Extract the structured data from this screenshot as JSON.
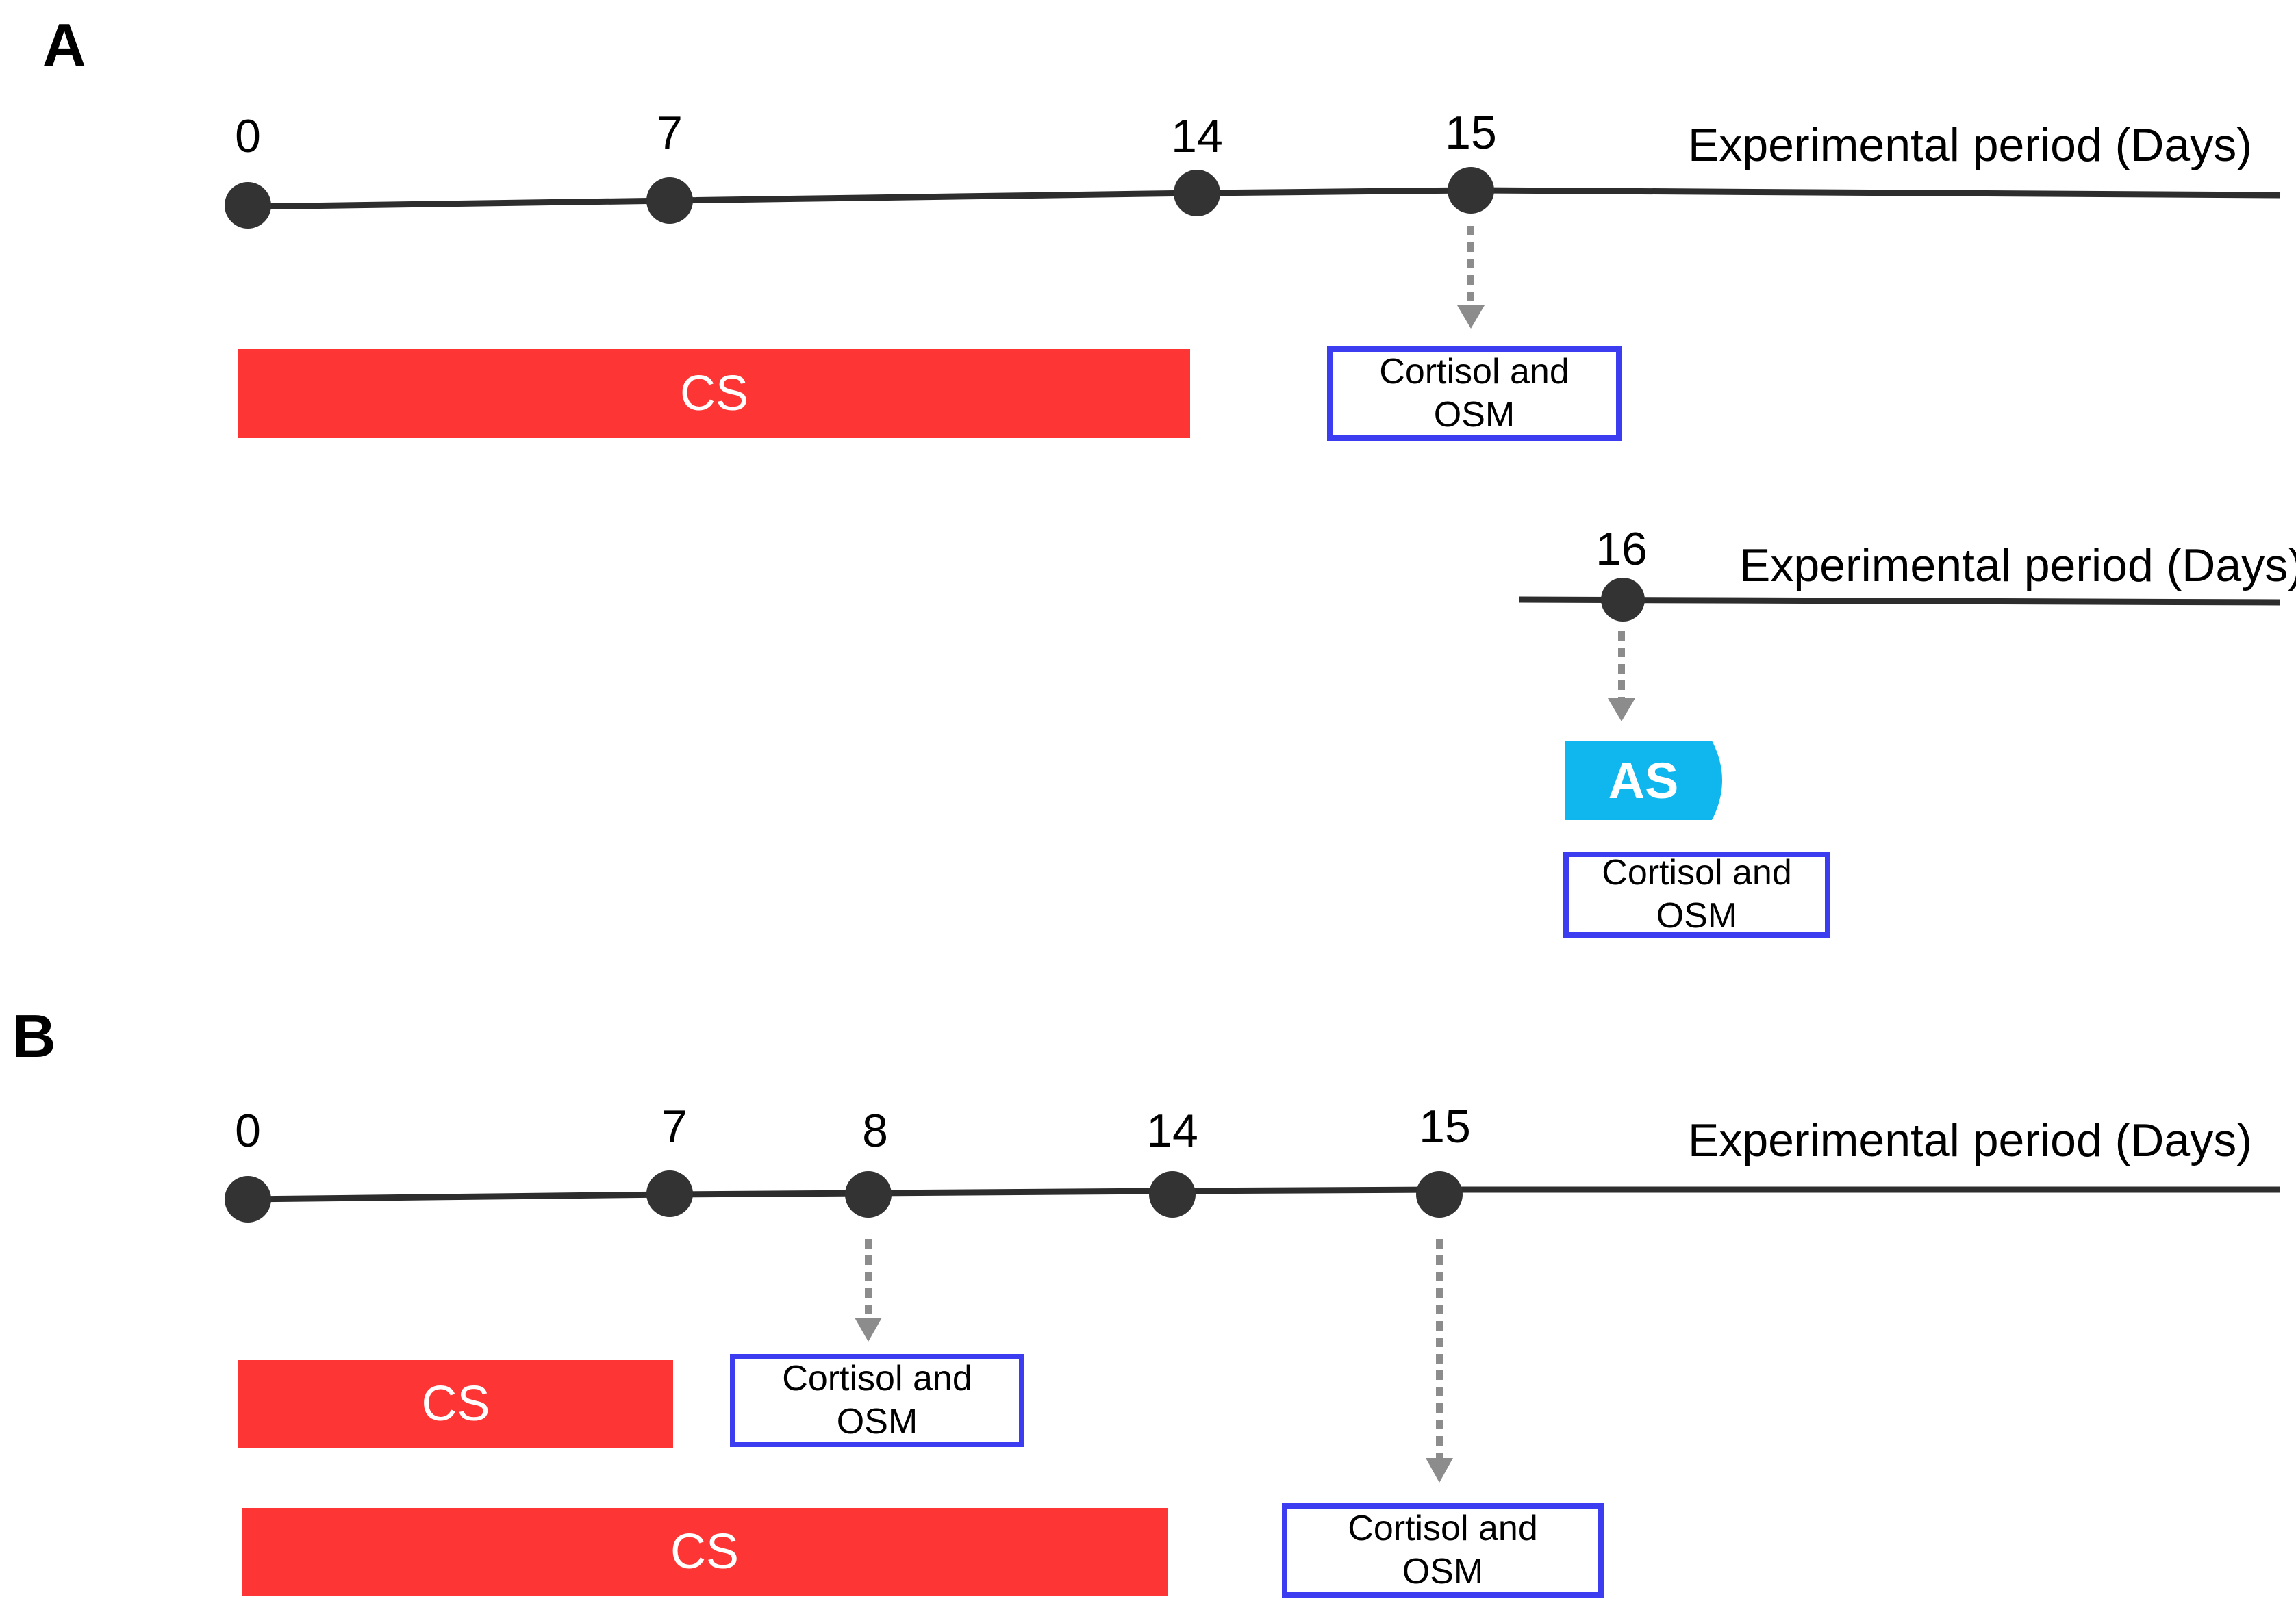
{
  "panels": {
    "a": {
      "label": "A"
    },
    "b": {
      "label": "B"
    }
  },
  "timeline_a_main": {
    "axis_title": "Experimental period (Days)",
    "ticks": [
      "0",
      "7",
      "14",
      "15"
    ]
  },
  "timeline_a_sub": {
    "axis_title": "Experimental period (Days)",
    "ticks": [
      "16"
    ]
  },
  "timeline_b": {
    "axis_title": "Experimental period (Days)",
    "ticks": [
      "0",
      "7",
      "8",
      "14",
      "15"
    ]
  },
  "bars": {
    "cs_label": "CS",
    "as_label": "AS"
  },
  "sampling_box": {
    "line1": "Cortisol and",
    "line2": "OSM"
  },
  "colors": {
    "cs_bar": "#fd3535",
    "as_block": "#10b7ef",
    "sampling_border": "#3c3cf0",
    "arrow": "#8c8c8c",
    "timeline": "#2d2d2d"
  },
  "icons": {
    "timepoint": "filled-circle",
    "sampling_arrow": "dotted-down-arrow"
  }
}
